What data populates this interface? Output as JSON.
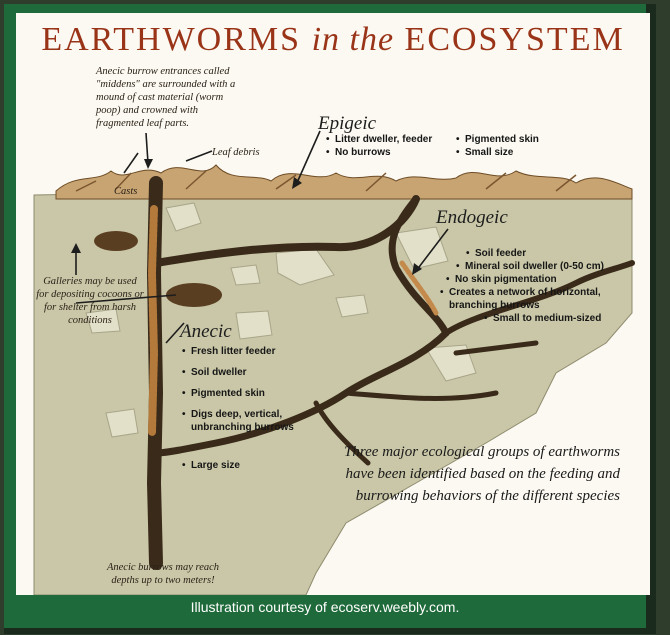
{
  "title": {
    "part1": "EARTHWORMS",
    "part2": "in the",
    "part3": "ECOSYSTEM"
  },
  "notes": {
    "middens": "Anecic burrow entrances called \"middens\" are surrounded with a mound of cast material (worm poop) and crowned with fragmented leaf parts.",
    "leaf_debris": "Leaf debris",
    "casts": "Casts",
    "galleries": "Galleries may be used for depositing cocoons or for shelter from harsh conditions",
    "depth": "Anecic burrows may reach depths up to two meters!"
  },
  "groups": {
    "epigeic": {
      "name": "Epigeic",
      "col1": [
        "Litter dweller, feeder",
        "No burrows"
      ],
      "col2": [
        "Pigmented skin",
        "Small size"
      ]
    },
    "endogeic": {
      "name": "Endogeic",
      "traits": [
        "Soil feeder",
        "Mineral soil dweller (0-50 cm)",
        "No skin pigmentation",
        "Creates a network of horizontal, branching burrows",
        "Small to medium-sized"
      ]
    },
    "anecic": {
      "name": "Anecic",
      "traits": [
        "Fresh litter feeder",
        "Soil dweller",
        "Pigmented skin",
        "Digs deep, vertical, unbranching burrows"
      ],
      "extra": "Large size"
    }
  },
  "summary": "Three major ecological groups of earthworms have been identified based on the feeding and burrowing behaviors of the different species",
  "credit": "Illustration courtesy of ecoserv.weebly.com.",
  "colors": {
    "frame": "#1f6a3a",
    "title": "#9a3418",
    "soil": "#c8c6a8",
    "burrow": "#3a2a1a",
    "worm": "#b47a3c"
  }
}
